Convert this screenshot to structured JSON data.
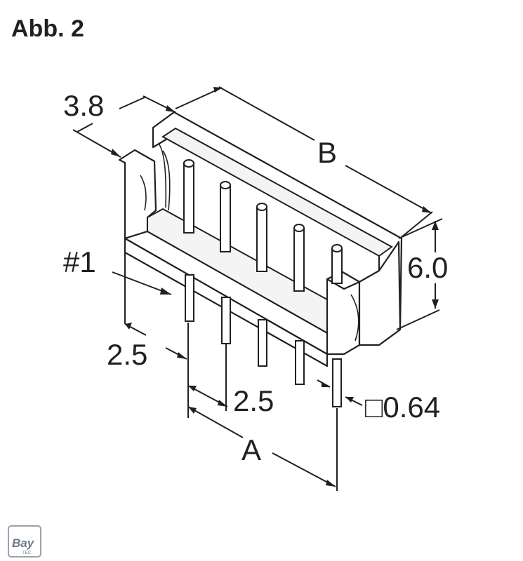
{
  "figure": {
    "title": "Abb. 2"
  },
  "dimensions": {
    "pitch_depth": "3.8",
    "length_b": "B",
    "height": "6.0",
    "pin_label": "#1",
    "pitch_first": "2.5",
    "pitch_second": "2.5",
    "pin_size": "□0.64",
    "length_a": "A"
  },
  "logo": {
    "name": "bay-tec-logo",
    "text_main": "Bay",
    "text_sub": "TEC"
  }
}
